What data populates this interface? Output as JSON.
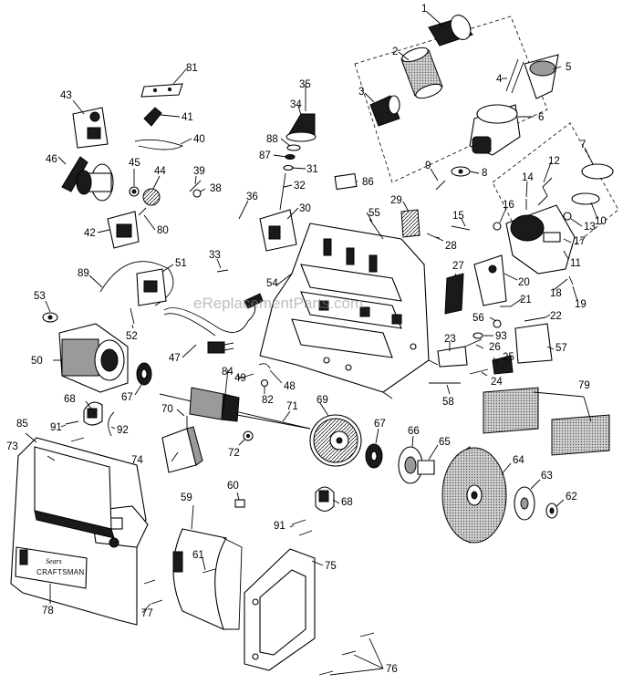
{
  "diagram": {
    "watermark": "eReplacementParts.com",
    "brand_plate": {
      "line1": "Sears",
      "line2": "CRAFTSMAN"
    },
    "callouts": [
      "1",
      "2",
      "3",
      "4",
      "5",
      "6",
      "7",
      "8",
      "9",
      "10",
      "11",
      "12",
      "13",
      "14",
      "15",
      "16",
      "17",
      "18",
      "19",
      "20",
      "21",
      "22",
      "23",
      "24",
      "25",
      "26",
      "27",
      "28",
      "29",
      "30",
      "31",
      "32",
      "33",
      "34",
      "35",
      "36",
      "38",
      "39",
      "40",
      "41",
      "42",
      "43",
      "44",
      "45",
      "46",
      "47",
      "48",
      "49",
      "50",
      "51",
      "52",
      "53",
      "54",
      "55",
      "56",
      "57",
      "58",
      "59",
      "60",
      "61",
      "62",
      "63",
      "64",
      "65",
      "66",
      "67",
      "67",
      "68",
      "68",
      "69",
      "70",
      "71",
      "72",
      "73",
      "74",
      "75",
      "76",
      "77",
      "78",
      "79",
      "80",
      "81",
      "82",
      "84",
      "85",
      "86",
      "87",
      "88",
      "89",
      "91",
      "91",
      "92",
      "93"
    ]
  }
}
